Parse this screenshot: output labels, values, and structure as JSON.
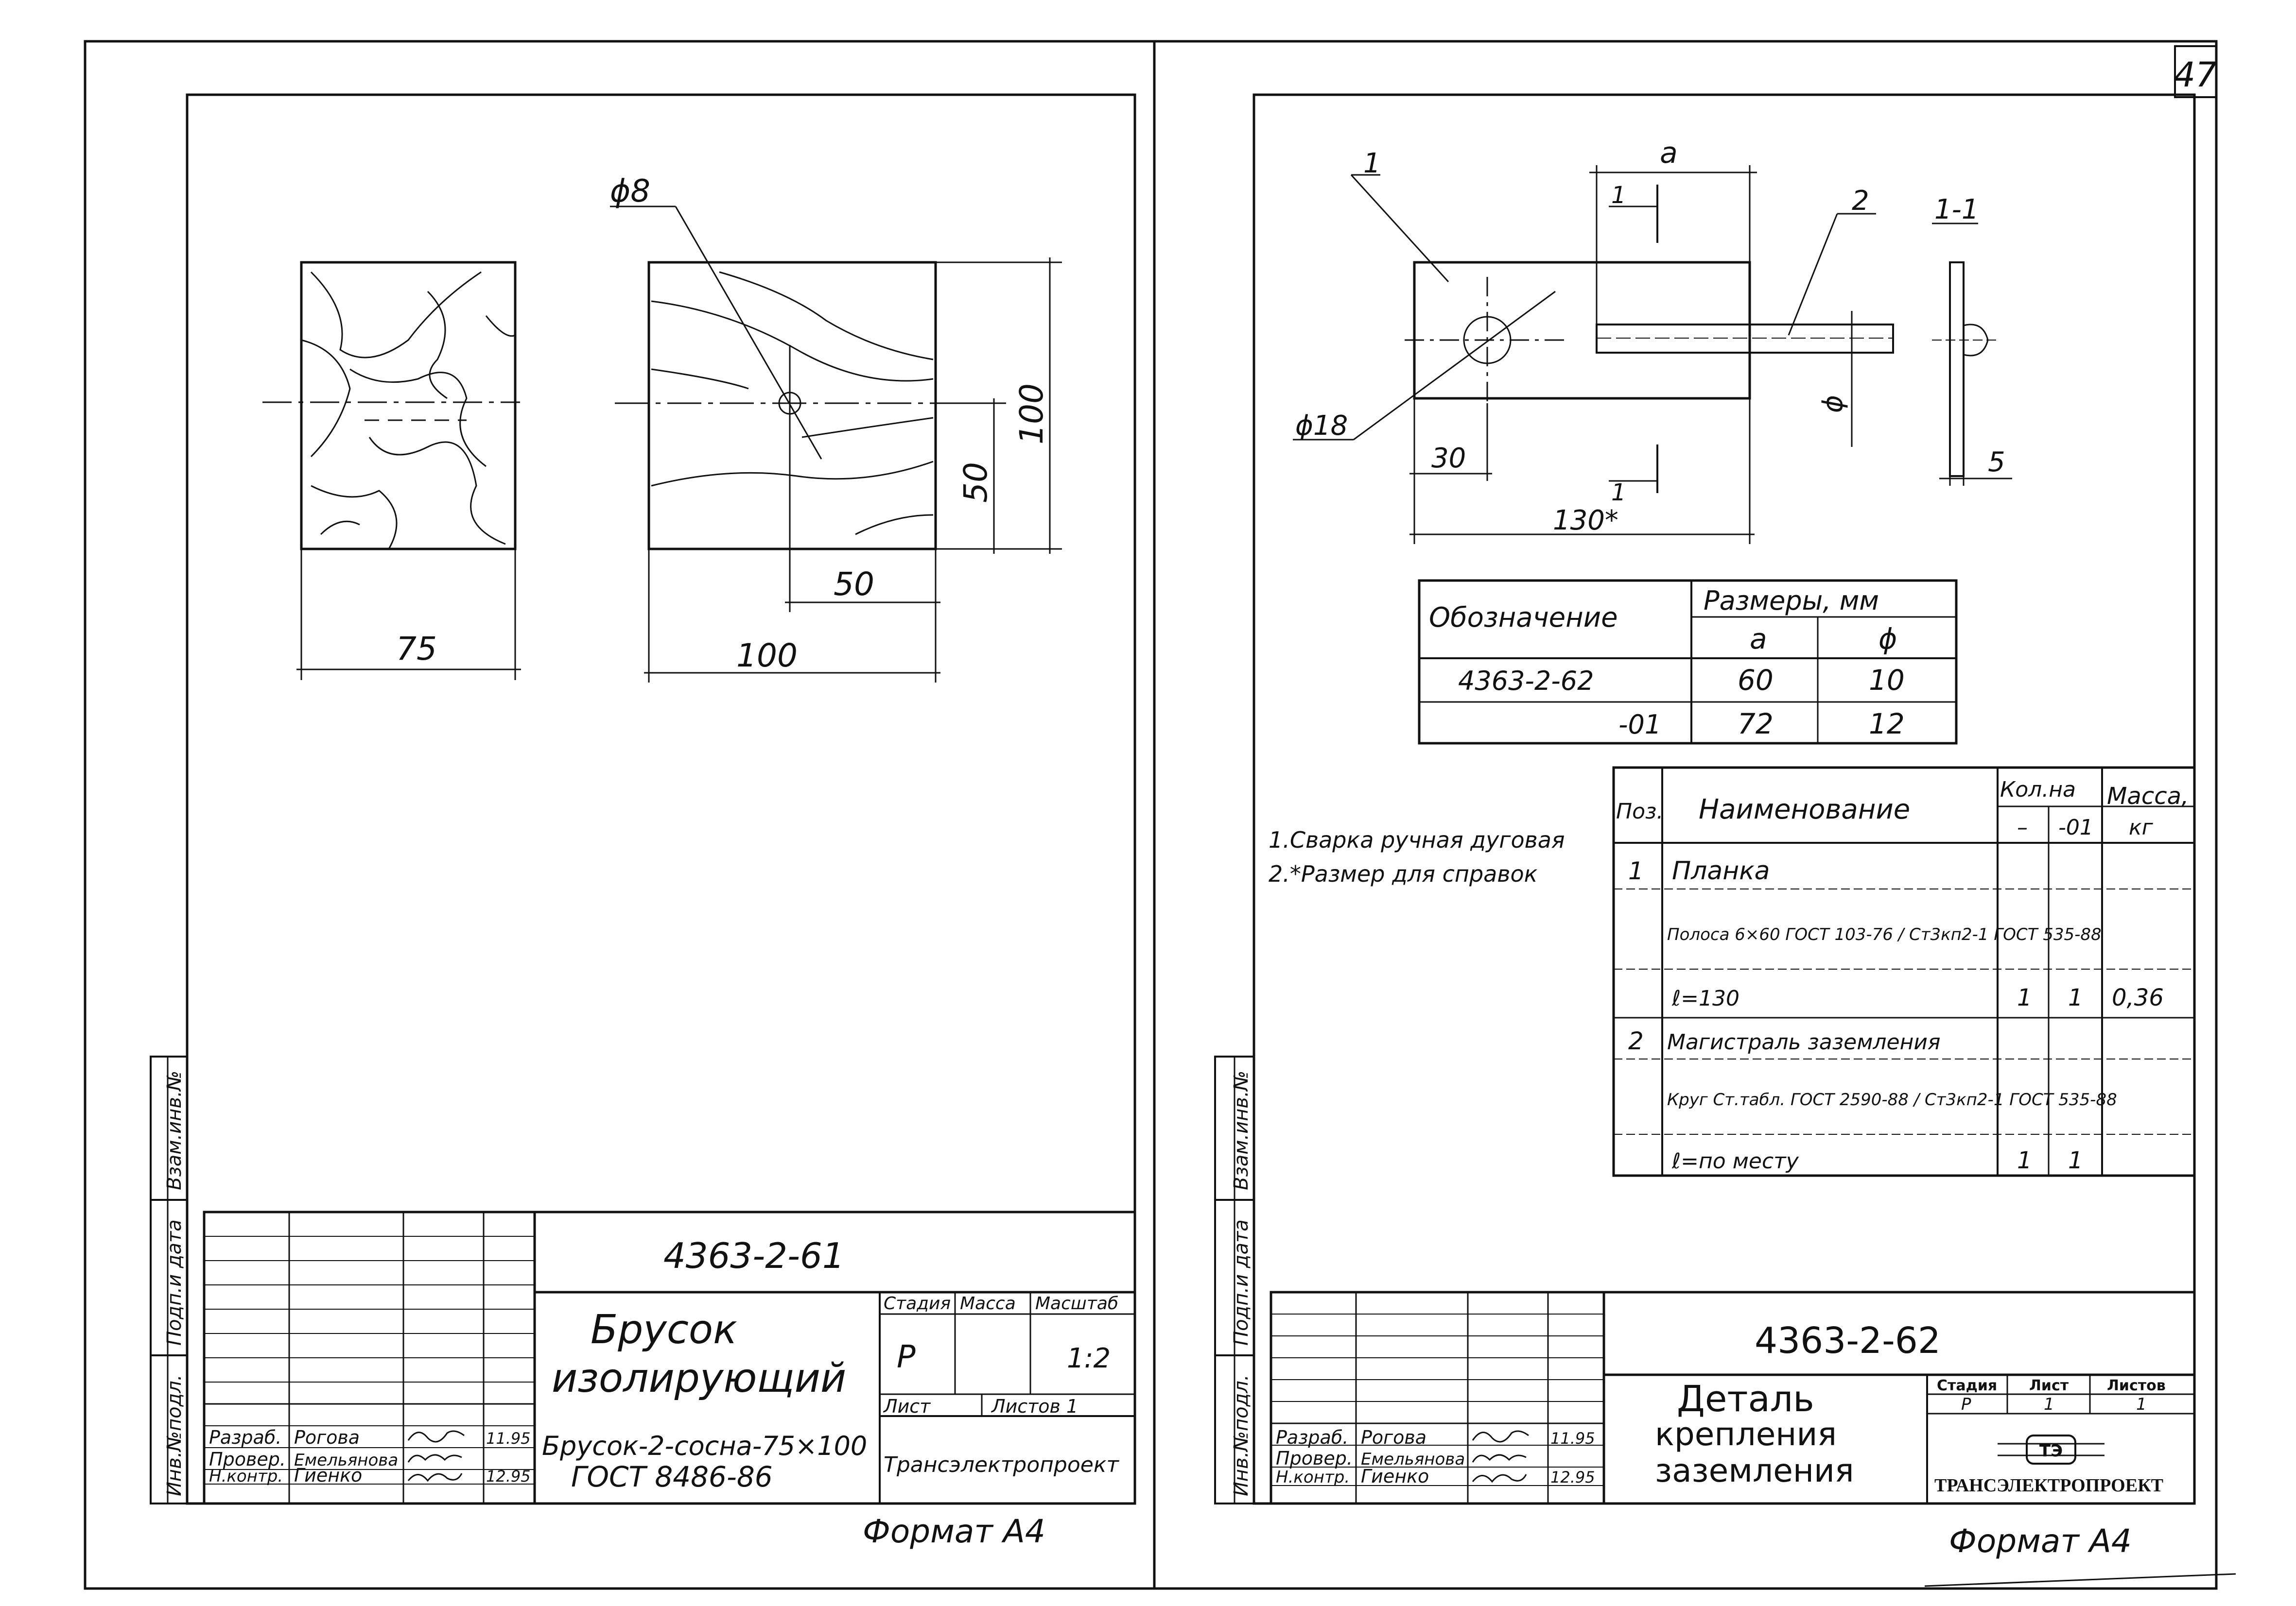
{
  "page_number": "47",
  "left_sheet": {
    "drawing": {
      "hole_dim": "ϕ8",
      "dim_width_block1": "75",
      "dim_width_block2": "100",
      "dim_height": "100",
      "dim_hole_vertical": "50",
      "dim_hole_horizontal": "50"
    },
    "side_stamp": [
      "Инв.№подл.",
      "Подп.и дата",
      "Взам.инв.№"
    ],
    "title_block": {
      "doc_number": "4363-2-61",
      "title_line1": "Брусок",
      "title_line2": "изолирующий",
      "material_line1": "Брусок-2-сосна-75×100",
      "material_line2": "ГОСТ 8486-86",
      "stage_header": "Стадия",
      "mass_header": "Масса",
      "scale_header": "Масштаб",
      "stage_value": "Р",
      "scale_value": "1:2",
      "sheet_label": "Лист",
      "sheets_label": "Листов 1",
      "organization": "Трансэлектропроект",
      "signatures": [
        {
          "role": "Разраб.",
          "name": "Рогова",
          "date": "11.95"
        },
        {
          "role": "Провер.",
          "name": "Емельянова",
          "date": ""
        },
        {
          "role": "Н.контр.",
          "name": "Гиенко",
          "date": "12.95"
        }
      ]
    },
    "format": "Формат А4"
  },
  "right_sheet": {
    "drawing": {
      "callout_1": "1",
      "callout_2": "2",
      "section_label": "1-1",
      "dim_a": "a",
      "dim_hole": "ϕ18",
      "dim_30": "30",
      "dim_130": "130*",
      "dim_5": "5",
      "dim_phi": "ϕ",
      "section_mark": "1"
    },
    "size_table": {
      "col_designation": "Обозначение",
      "col_sizes": "Размеры, мм",
      "sub_a": "a",
      "sub_phi": "ϕ",
      "rows": [
        {
          "designation": "4363-2-62",
          "a": "60",
          "phi": "10"
        },
        {
          "designation": "-01",
          "a": "72",
          "phi": "12"
        }
      ]
    },
    "notes": [
      "1.Сварка ручная дуговая",
      "2.*Размер для справок"
    ],
    "spec_table": {
      "col_pos": "Поз.",
      "col_name": "Наименование",
      "col_qty": "Кол.на",
      "col_qty_sub1": "–",
      "col_qty_sub2": "-01",
      "col_mass": "Масса,",
      "col_mass_unit": "кг",
      "rows": [
        {
          "pos": "1",
          "name": "Планка",
          "q1": "",
          "q2": "",
          "mass": ""
        },
        {
          "pos": "",
          "name": "Полоса 6×60 ГОСТ 103-76 / Ст3кп2-1 ГОСТ 535-88",
          "q1": "",
          "q2": "",
          "mass": ""
        },
        {
          "pos": "",
          "name": "ℓ=130",
          "q1": "1",
          "q2": "1",
          "mass": "0,36"
        },
        {
          "pos": "2",
          "name": "Магистраль заземления",
          "q1": "",
          "q2": "",
          "mass": ""
        },
        {
          "pos": "",
          "name": "Круг Ст.табл. ГОСТ 2590-88 / Ст3кп2-1 ГОСТ 535-88",
          "q1": "",
          "q2": "",
          "mass": ""
        },
        {
          "pos": "",
          "name": "ℓ=по месту",
          "q1": "1",
          "q2": "1",
          "mass": ""
        }
      ]
    },
    "side_stamp": [
      "Инв.№подл.",
      "Подп.и дата",
      "Взам.инв.№"
    ],
    "title_block": {
      "doc_number": "4363-2-62",
      "title_line1": "Деталь",
      "title_line2": "крепления",
      "title_line3": "заземления",
      "stage_header": "Стадия",
      "sheet_header": "Лист",
      "sheets_header": "Листов",
      "stage_value": "Р",
      "sheet_value": "1",
      "sheets_value": "1",
      "logo": "ТЭ",
      "organization": "ТРАНСЭЛЕКТРОПРОЕКТ",
      "signatures": [
        {
          "role": "Разраб.",
          "name": "Рогова",
          "date": "11.95"
        },
        {
          "role": "Провер.",
          "name": "Емельянова",
          "date": ""
        },
        {
          "role": "Н.контр.",
          "name": "Гиенко",
          "date": "12.95"
        }
      ]
    },
    "format": "Формат А4"
  }
}
